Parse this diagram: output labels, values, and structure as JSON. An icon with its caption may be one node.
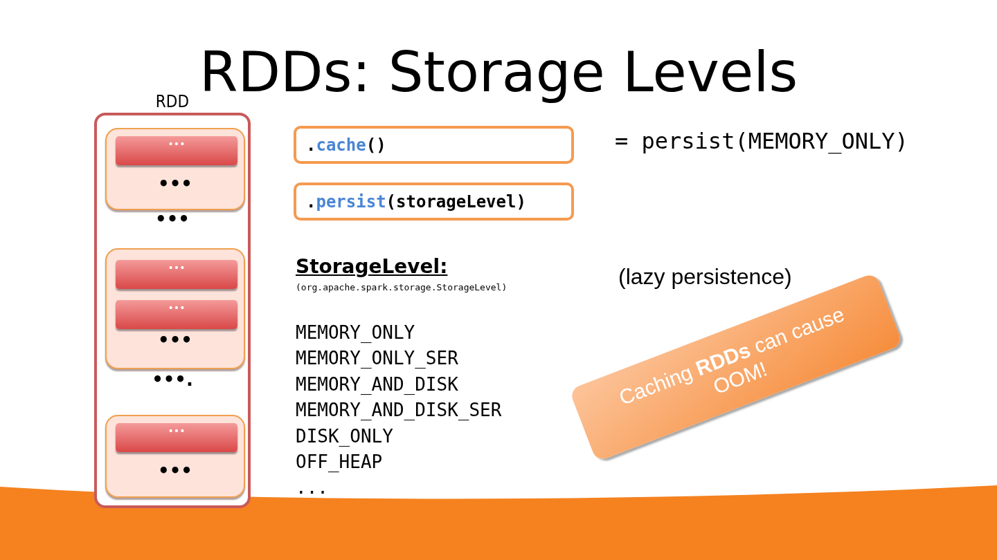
{
  "diagram": {
    "title": "RDDs: Storage Levels",
    "nodes": [
      {
        "text": [
          "RDD"
        ]
      },
      {
        "text": [
          "•••"
        ],
        "in": 0
      },
      {
        "text": [
          "•••"
        ],
        "in": 1
      },
      {
        "text": [
          "•••"
        ],
        "in": 0
      },
      {
        "text": [
          "•••"
        ],
        "in": 3
      },
      {
        "text": [
          "•••"
        ],
        "in": 3
      },
      {
        "text": [
          "•••"
        ],
        "in": 0
      },
      {
        "text": [
          "•••"
        ],
        "in": 6
      },
      {
        "text": [
          ".cache()"
        ]
      },
      {
        "text": [
          ".persist(storageLevel)"
        ]
      },
      {
        "text": [
          "Caching **RDDs** can cause OOM!"
        ]
      }
    ],
    "labels": [
      "= persist(MEMORY_ONLY)",
      "•••",
      "StorageLevel:",
      "(org.apache.spark.storage.StorageLevel)",
      "(lazy persistence)",
      "•••.",
      "MEMORY_ONLY",
      "MEMORY_ONLY_SER",
      "MEMORY_AND_DISK",
      "MEMORY_AND_DISK_SER",
      "DISK_ONLY",
      "OFF_HEAP",
      "..."
    ]
  }
}
